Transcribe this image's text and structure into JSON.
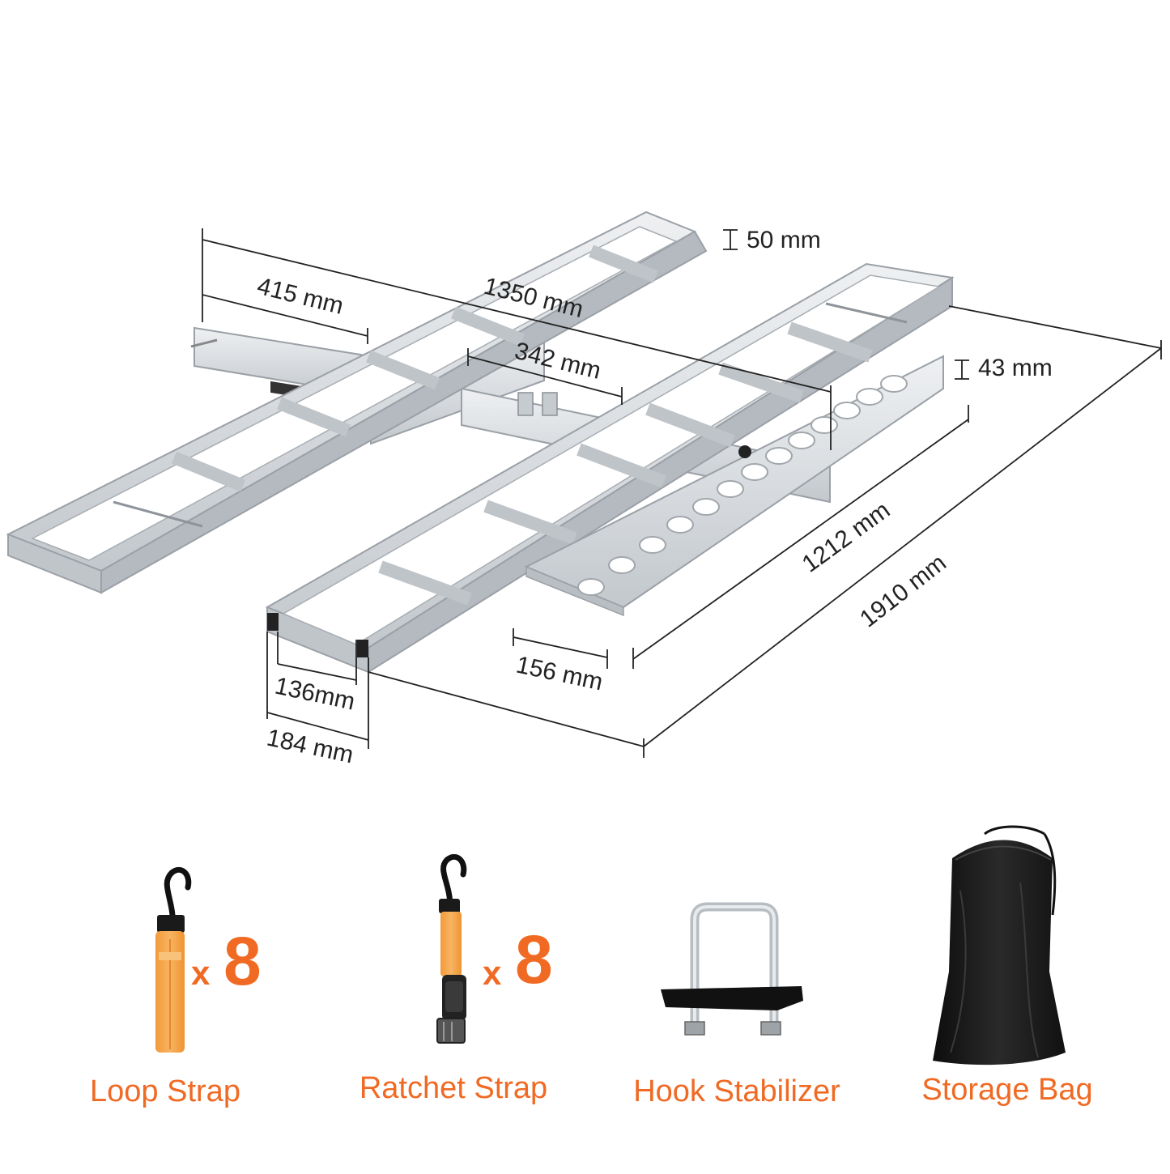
{
  "colors": {
    "accent": "#f06a24",
    "strap": "#f7a043",
    "aluminum": "#d8dce0",
    "dimension_line": "#222222"
  },
  "dimensions": {
    "d50": "50 mm",
    "d415": "415 mm",
    "d1350": "1350 mm",
    "d342": "342 mm",
    "d43": "43 mm",
    "d1212": "1212 mm",
    "d1910": "1910 mm",
    "d156": "156 mm",
    "d136": "136mm",
    "d184": "184 mm"
  },
  "accessories": [
    {
      "label": "Loop Strap",
      "qty_prefix": "x",
      "qty": "8",
      "icon": "loop-strap-icon"
    },
    {
      "label": "Ratchet Strap",
      "qty_prefix": "x",
      "qty": "8",
      "icon": "ratchet-strap-icon"
    },
    {
      "label": "Hook Stabilizer",
      "icon": "hitch-stabilizer-icon"
    },
    {
      "label": "Storage Bag",
      "icon": "storage-bag-icon"
    }
  ]
}
